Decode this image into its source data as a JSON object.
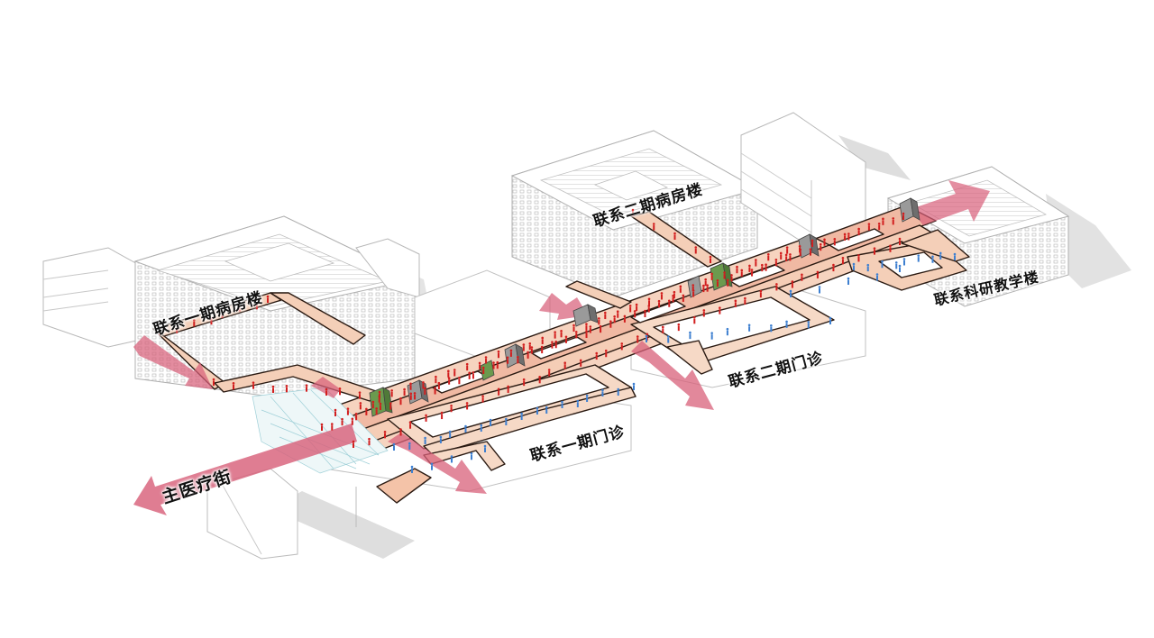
{
  "labels": {
    "phase1_ward": "联系一期病房楼",
    "phase2_ward": "联系二期病房楼",
    "research_building": "联系科研教学楼",
    "phase2_outpatient": "联系二期门诊",
    "phase1_outpatient": "联系一期门诊",
    "medical_street": "主医疗街"
  },
  "colors": {
    "main_flow_arrow": "#d8607a",
    "corridor_fill": "#f3c4aa",
    "corridor_stroke": "#2a1a12",
    "inpatient_people": "#d21e1e",
    "outpatient_people": "#3d7fd0",
    "building_line": "#b8b8b8",
    "building_shadow": "#d9d9d9",
    "elevator_gray": "#8e8e8e",
    "elevator_green": "#6b9a4e"
  },
  "icons": {
    "people": "person-icon",
    "elevator": "elevator-core-icon",
    "arrow": "flow-arrow-icon"
  }
}
